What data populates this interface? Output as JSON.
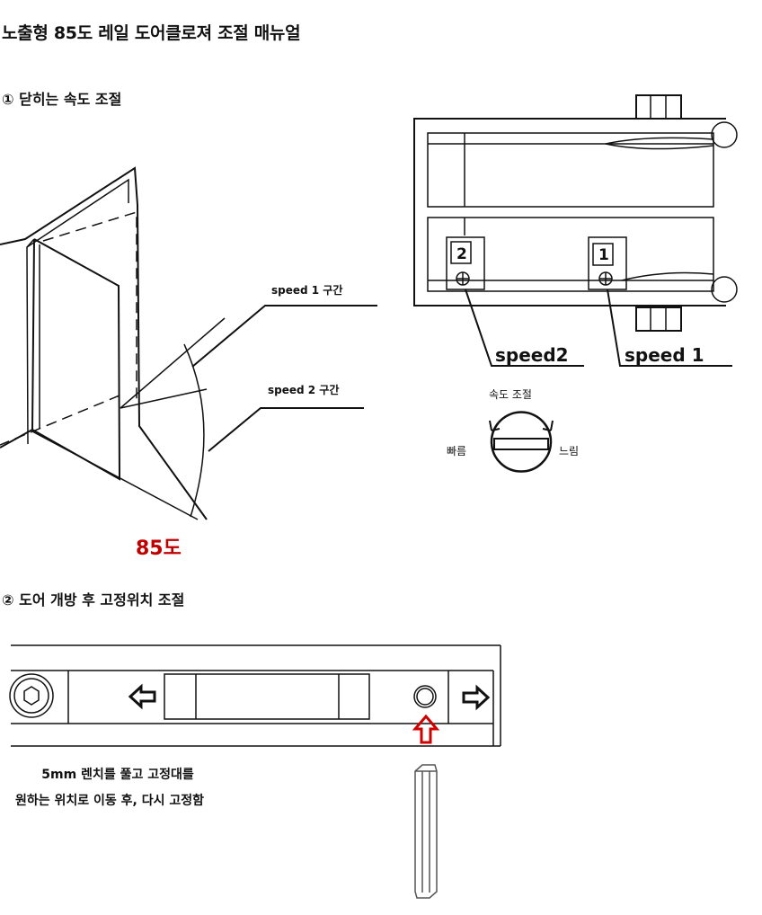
{
  "title": "노출형 85도 레일 도어클로져 조절 매뉴얼",
  "section1": {
    "heading": "① 닫히는 속도 조절",
    "speed1_zone": "speed 1 구간",
    "speed2_zone": "speed 2 구간",
    "angle_label": "85도",
    "number_2": "2",
    "number_1": "1",
    "speed2_tag": "speed2",
    "speed1_tag": "speed 1",
    "knob_title": "속도 조절",
    "fast_label": "빠름",
    "slow_label": "느림",
    "colors": {
      "accent": "#c00000",
      "line": "#111111"
    }
  },
  "section2": {
    "heading": "② 도어 개방 후 고정위치 조절",
    "instruction_line1": "5mm 렌치를 풀고 고정대를",
    "instruction_line2": "원하는 위치로 이동 후, 다시 고정함",
    "colors": {
      "marker": "#d00000"
    }
  }
}
